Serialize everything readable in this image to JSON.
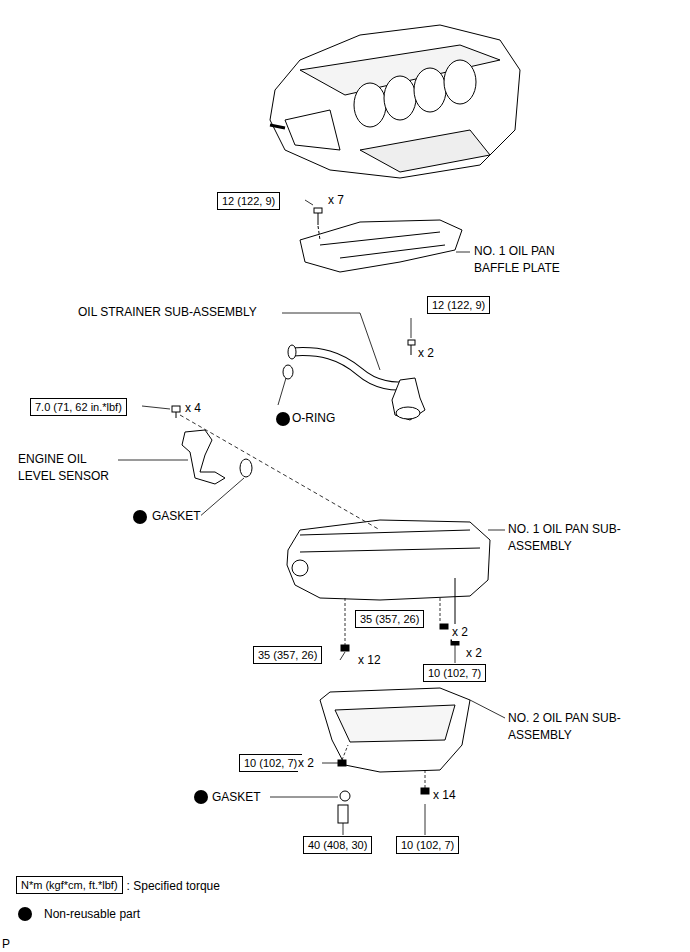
{
  "diagram": {
    "nodes": [
      {
        "text": [
          "12 (122, 9)"
        ]
      },
      {
        "text": [
          "12 (122, 9)"
        ]
      },
      {
        "text": [
          "7.0 (71, 62 in.*lbf)"
        ]
      },
      {
        "text": [
          "35 (357, 26)"
        ]
      },
      {
        "text": [
          "35 (357, 26)"
        ]
      },
      {
        "text": [
          "10 (102, 7)"
        ]
      },
      {
        "text": [
          "10 (102, 7)"
        ]
      },
      {
        "text": [
          "40 (408, 30)"
        ]
      },
      {
        "text": [
          "10 (102, 7)"
        ]
      },
      {
        "text": [
          "N*m (kgf*cm, ft.*lbf)"
        ]
      }
    ],
    "labels": [
      "x 7",
      "NO. 1 OIL PAN BAFFLE PLATE",
      "OIL STRAINER SUB-ASSEMBLY",
      "x 2",
      "O-RING",
      "x 4",
      "ENGINE OIL LEVEL SENSOR",
      "GASKET",
      "NO. 1 OIL PAN SUB-ASSEMBLY",
      "x 2",
      "x 12",
      "x 2",
      "NO. 2 OIL PAN SUB-ASSEMBLY",
      "x 2",
      "GASKET",
      "x 14",
      "P"
    ],
    "legend": [
      {
        "text": ": Specified torque"
      },
      {
        "text": "Non-reusable part",
        "color": "#000000"
      }
    ]
  }
}
